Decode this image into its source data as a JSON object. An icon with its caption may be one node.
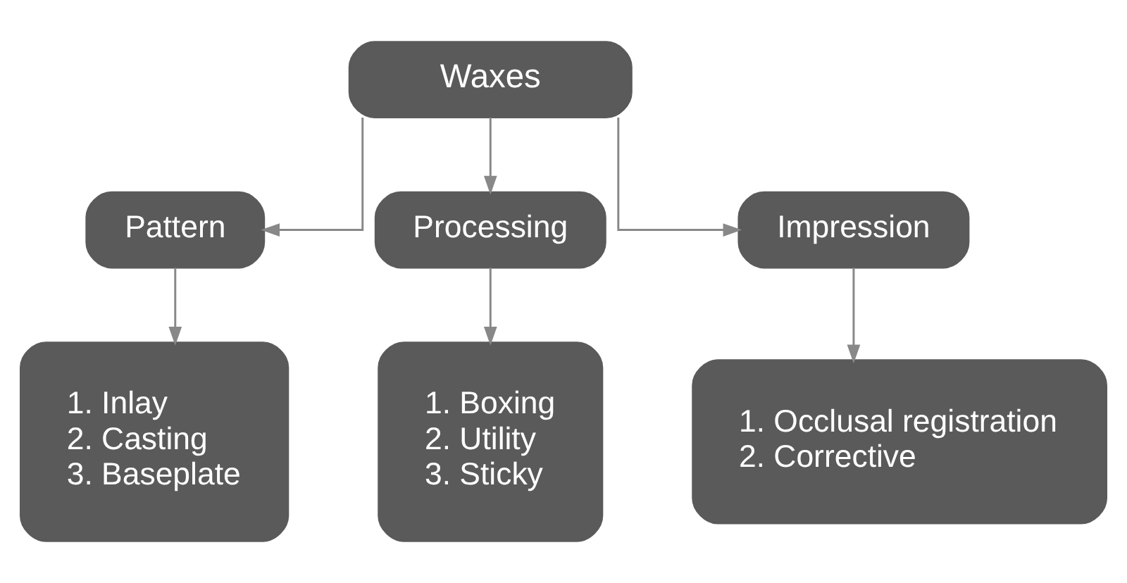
{
  "diagram": {
    "nodes": [
      {
        "text": [
          "Waxes"
        ]
      },
      {
        "text": [
          "Pattern"
        ]
      },
      {
        "text": [
          "Processing"
        ]
      },
      {
        "text": [
          "Impression"
        ]
      },
      {
        "text": [
          "1. Inlay",
          "2. Casting",
          "3. Baseplate"
        ]
      },
      {
        "text": [
          "1. Boxing",
          "2. Utility",
          "3. Sticky"
        ]
      },
      {
        "text": [
          "1. Occlusal registration",
          "2. Corrective"
        ]
      }
    ],
    "edges": [
      {
        "from": 0,
        "to": 1,
        "arrow": "to"
      },
      {
        "from": 0,
        "to": 2,
        "arrow": "to"
      },
      {
        "from": 0,
        "to": 3,
        "arrow": "to"
      },
      {
        "from": 1,
        "to": 4,
        "arrow": "to"
      },
      {
        "from": 2,
        "to": 5,
        "arrow": "to"
      },
      {
        "from": 3,
        "to": 6,
        "arrow": "to"
      }
    ]
  }
}
